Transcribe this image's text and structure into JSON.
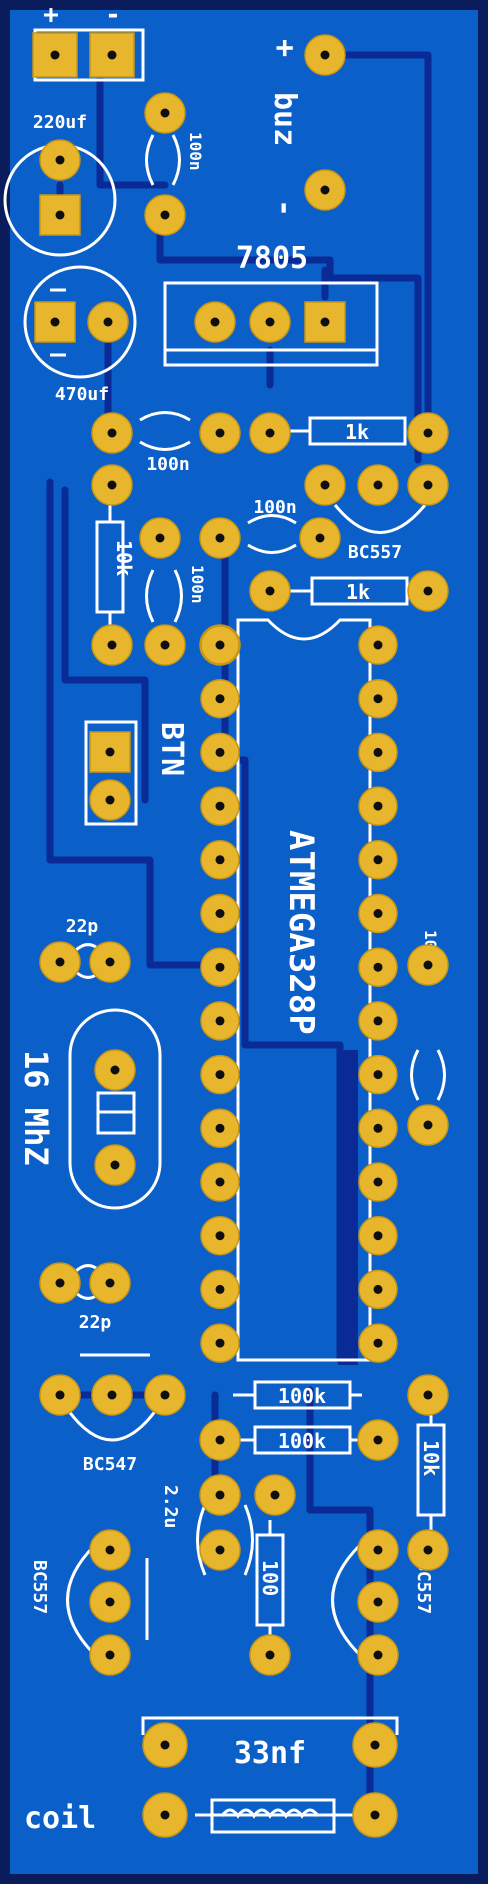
{
  "labels": {
    "plus": "+",
    "minus": "-",
    "c220": "220uf",
    "c100a": "100n",
    "buz": "buz",
    "buz_plus": "+",
    "buz_minus": "-",
    "reg": "7805",
    "c470": "470uf",
    "c100b": "100n",
    "r1k_a": "1k",
    "c100c": "100n",
    "bc557_top": "BC557",
    "r10k_a": "10k",
    "c100d": "100n",
    "r1k_b": "1k",
    "btn": "BTN",
    "mcu": "ATMEGA328P",
    "c22_top": "22p",
    "c100e": "100n",
    "crystal": "16 MhZ",
    "c22_bot": "22p",
    "bc547": "BC547",
    "r100k_a": "100k",
    "r100k_b": "100k",
    "r10k_b": "10k",
    "c2u2": "2.2u",
    "bc557_left": "BC557",
    "r100": "100",
    "bc557_right": "BC557",
    "c33": "33nf",
    "coil": "coil"
  },
  "colors": {
    "board": "#0b5fc9",
    "border": "#0b1c5c",
    "trace": "#0a2a95",
    "pad": "#e8b62c",
    "silkscreen": "#ffffff"
  }
}
